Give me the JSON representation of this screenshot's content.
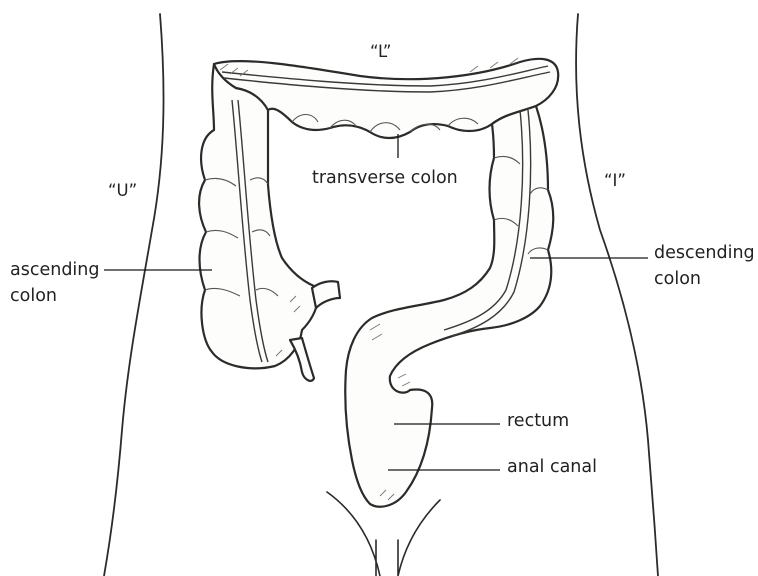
{
  "labels": {
    "letter_l": "“L”",
    "letter_u": "“U”",
    "letter_i": "“I”",
    "transverse_colon": "transverse colon",
    "ascending_colon_line1": "ascending",
    "ascending_colon_line2": "colon",
    "descending_colon_line1": "descending",
    "descending_colon_line2": "colon",
    "rectum": "rectum",
    "anal_canal": "anal canal"
  },
  "colors": {
    "ink": "#2b2b2b",
    "background": "#ffffff"
  }
}
